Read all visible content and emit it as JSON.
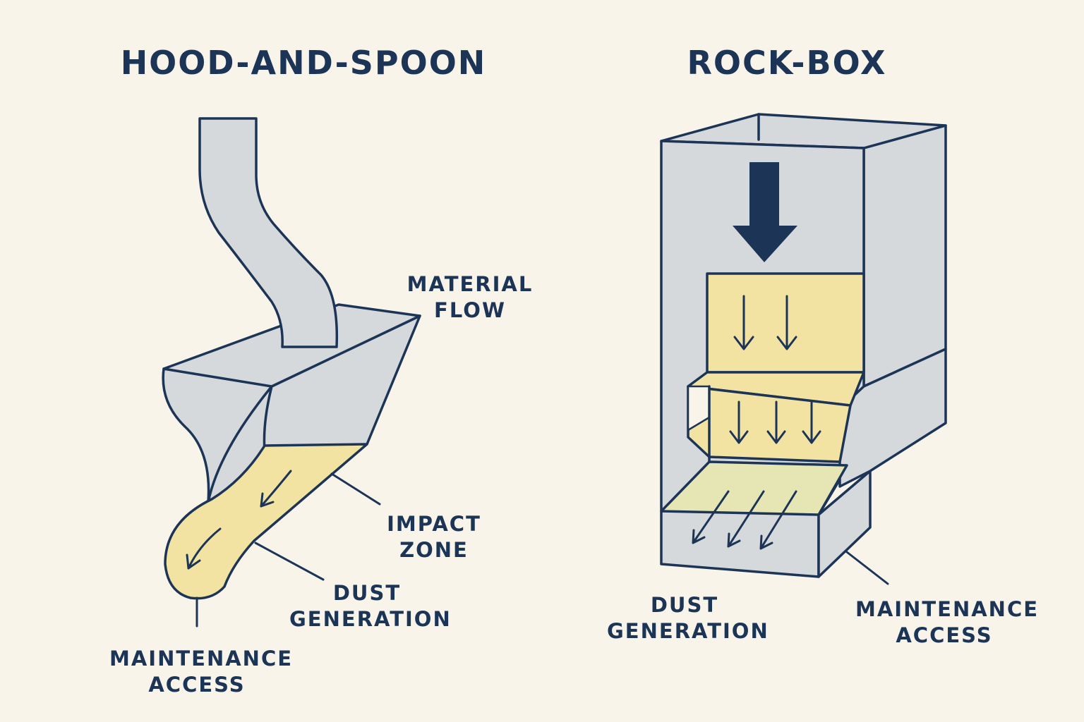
{
  "panels": {
    "left": {
      "title": "HOOD-AND-SPOON",
      "labels": {
        "material_flow": [
          "MATERIAL",
          "FLOW"
        ],
        "impact_zone": [
          "IMPACT",
          "ZONE"
        ],
        "dust_generation": [
          "DUST",
          "GENERATION"
        ],
        "maintenance_access": [
          "MAINTENANCE",
          "ACCESS"
        ]
      }
    },
    "right": {
      "title": "ROCK-BOX",
      "labels": {
        "dust_generation": [
          "DUST",
          "GENERATION"
        ],
        "maintenance_access": [
          "MAINTENANCE",
          "ACCESS"
        ]
      }
    }
  },
  "colors": {
    "background": "#f8f4ea",
    "outline": "#1c3557",
    "steel": "#d6d9dc",
    "material": "#f3e3a2",
    "material_light": "#e6e6b4"
  }
}
